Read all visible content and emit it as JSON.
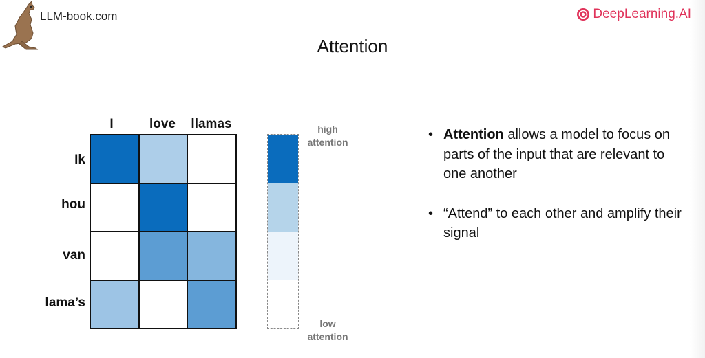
{
  "branding": {
    "left_text": "LLM-book.com",
    "right_text": "DeepLearning.AI",
    "right_color": "#e0335a"
  },
  "slide": {
    "title": "Attention"
  },
  "matrix": {
    "columns": [
      "I",
      "love",
      "llamas"
    ],
    "rows": [
      "Ik",
      "hou",
      "van",
      "lama’s"
    ],
    "attention_levels": [
      [
        3,
        1,
        0
      ],
      [
        0,
        3,
        0
      ],
      [
        0,
        2,
        1.5
      ],
      [
        1.2,
        0,
        2
      ]
    ],
    "level_max": 3
  },
  "scale": {
    "high_label": [
      "high",
      "attention"
    ],
    "low_label": [
      "low",
      "attention"
    ],
    "colors": [
      "#0a6cbd",
      "#b5d4ea",
      "#edf4fb",
      "#ffffff"
    ]
  },
  "colors": {
    "attention_high": "#0a6cbd",
    "attention_low": "#ffffff"
  },
  "bullets": [
    {
      "bold": "Attention",
      "text": " allows a model to focus on parts of the input that are relevant to one another"
    },
    {
      "bold": "",
      "text": "“Attend” to each other and amplify their signal"
    }
  ],
  "icons": [
    "kangaroo-icon",
    "deeplearning-logo-icon"
  ]
}
